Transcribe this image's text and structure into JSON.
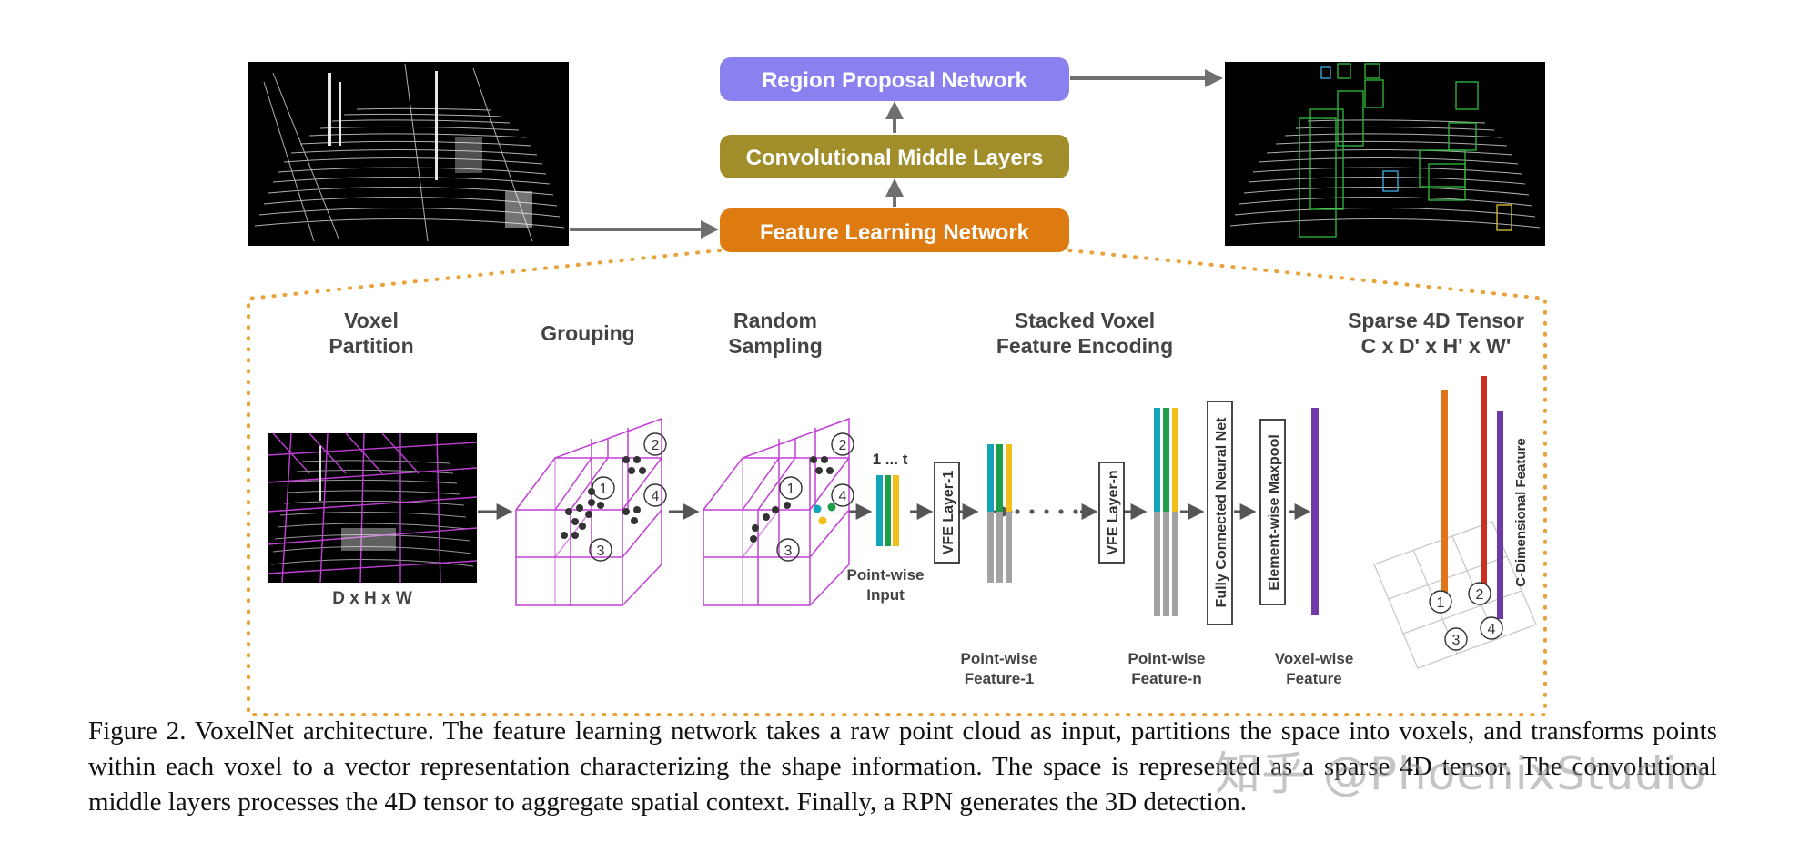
{
  "top_flow": {
    "rpn_label": "Region Proposal Network",
    "cml_label": "Convolutional Middle Layers",
    "fln_label": "Feature Learning Network",
    "colors": {
      "rpn": "#8b80f0",
      "cml": "#a18e2a",
      "fln": "#dd7a10",
      "arrow": "#6f6f6f",
      "dots": "#e9a23a"
    }
  },
  "stages": {
    "voxel_partition": [
      "Voxel",
      "Partition"
    ],
    "grouping": "Grouping",
    "random_sampling": [
      "Random",
      "Sampling"
    ],
    "stacked_vfe": [
      "Stacked Voxel",
      "Feature Encoding"
    ],
    "sparse_tensor": [
      "Sparse 4D Tensor",
      "C x D' x H' x W'"
    ]
  },
  "labels": {
    "dxhxw": "D x H x W",
    "one_to_t": "1 ... t",
    "pointwise_input": [
      "Point-wise",
      "Input"
    ],
    "vfe_layer_1": "VFE Layer-1",
    "vfe_layer_n": "VFE Layer-n",
    "fcn": "Fully Connected Neural Net",
    "maxpool": "Element-wise Maxpool",
    "pointwise_feature_1": [
      "Point-wise",
      "Feature-1"
    ],
    "pointwise_feature_n": [
      "Point-wise",
      "Feature-n"
    ],
    "voxelwise_feature": [
      "Voxel-wise",
      "Feature"
    ],
    "c_dimensional": "C-Dimensional Feature",
    "voxel_numbers": [
      "1",
      "2",
      "3",
      "4"
    ]
  },
  "feature_colors": {
    "teal": "#14a4b8",
    "green": "#1f9e4a",
    "yellow": "#f2bf1a",
    "gray": "#a3a3a3",
    "purple": "#6f3aa8",
    "orange": "#e0741a",
    "red": "#c9301e",
    "magenta": "#c23fd6"
  },
  "caption": "Figure 2. VoxelNet architecture. The feature learning network takes a raw point cloud as input, partitions the space into voxels, and transforms points within each voxel to a vector representation characterizing the shape information. The space is represented as a sparse 4D tensor. The convolutional middle layers processes the 4D tensor to aggregate spatial context. Finally, a RPN generates the 3D detection.",
  "watermark": "知乎 @PhoenixStudio"
}
